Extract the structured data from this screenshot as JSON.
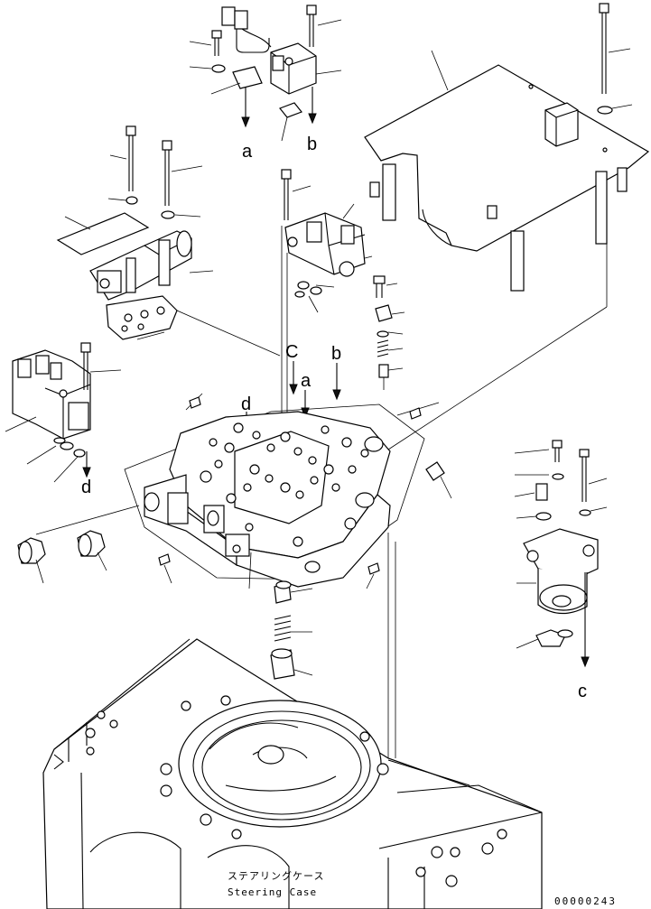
{
  "diagram": {
    "arrow_labels": {
      "a_top": "a",
      "b_top": "b",
      "a_mid": "a",
      "b_mid": "b",
      "c_mid": "C",
      "d_mid": "d",
      "d_left": "d",
      "c_right": "c"
    },
    "case_caption_jp": "ステアリングケース",
    "case_caption_en": "Steering Case",
    "drawing_code": "00000243"
  }
}
